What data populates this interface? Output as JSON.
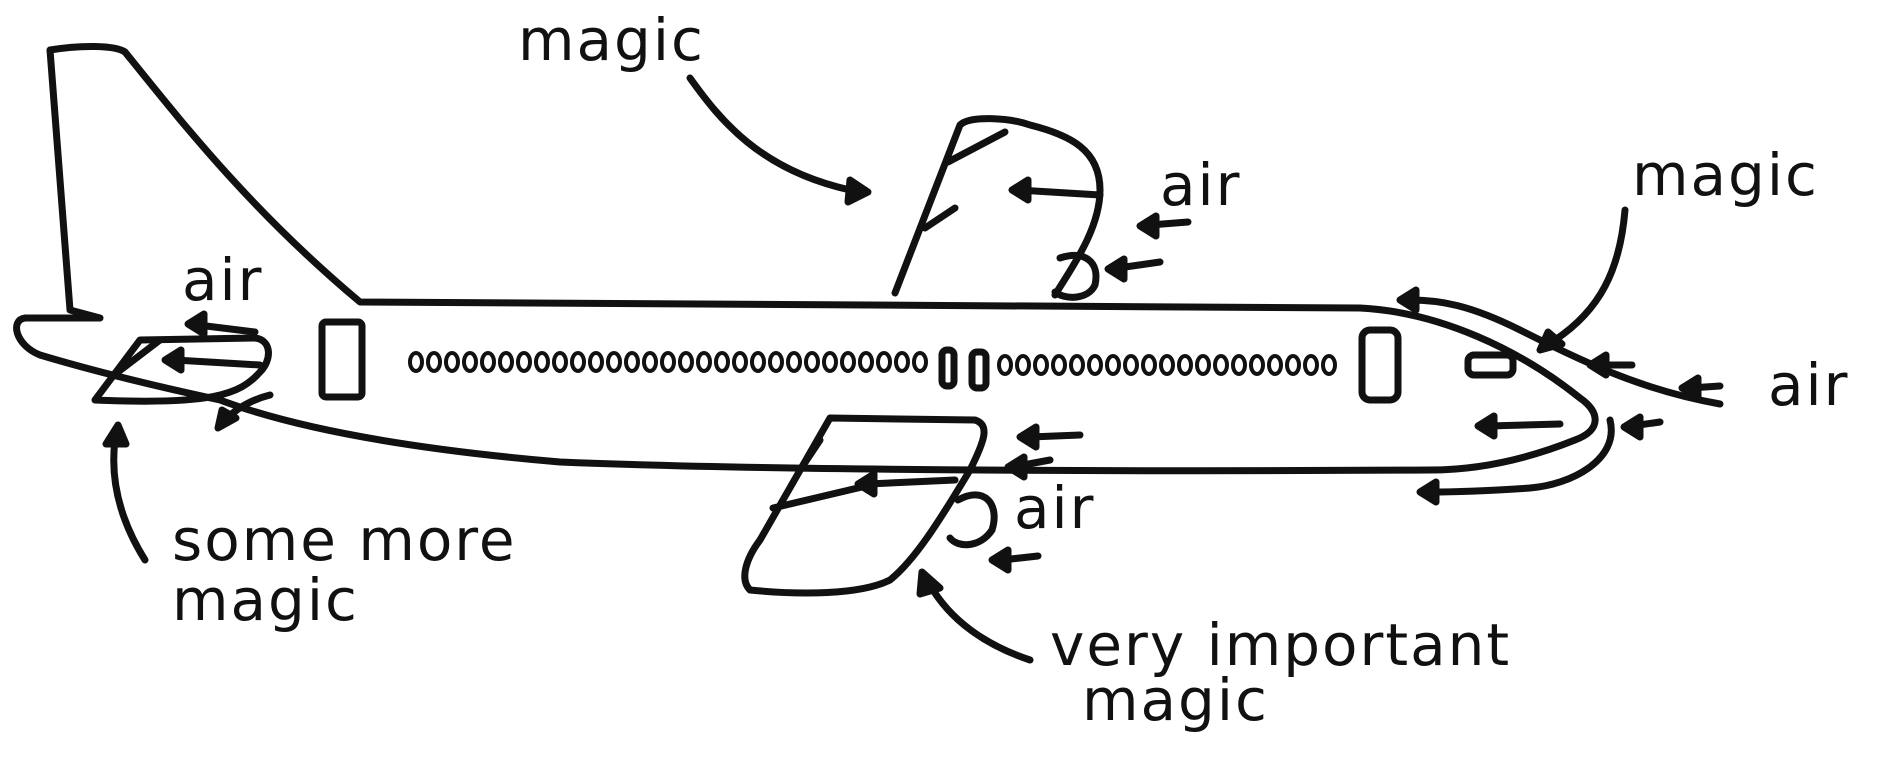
{
  "labels": {
    "magic_top": "magic",
    "air_top_wing": "air",
    "magic_nose": "magic",
    "air_tail": "air",
    "air_nose": "air",
    "air_bottom_wing": "air",
    "some_more_magic_line1": "some more",
    "some_more_magic_line2": "magic",
    "very_important_magic_line1": "very important",
    "very_important_magic_line2": "magic"
  },
  "colors": {
    "ink": "#111111",
    "paper": "#ffffff"
  }
}
